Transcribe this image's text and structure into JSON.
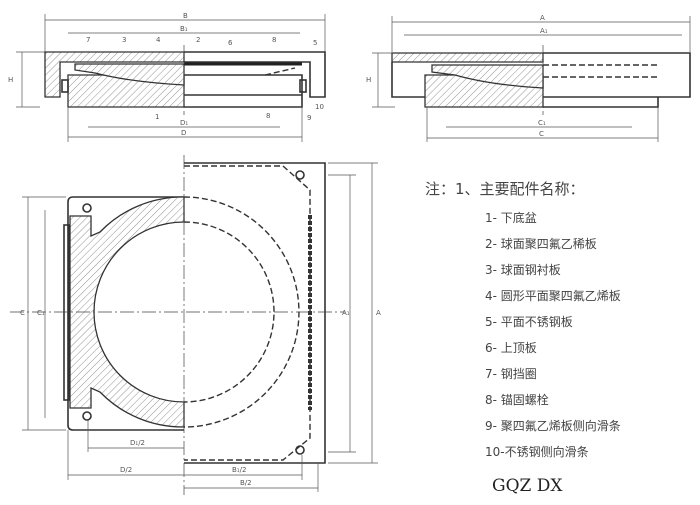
{
  "title": "GQZ DX",
  "notes": {
    "heading": "注：1、主要配件名称：",
    "items": [
      "1- 下底盆",
      "2- 球面聚四氟乙稀板",
      "3- 球面钢衬板",
      "4- 圆形平面聚四氟乙烯板",
      "5- 平面不锈钢板",
      "6- 上顶板",
      "7- 钢挡圈",
      "8- 锚固螺栓",
      "9- 聚四氟乙烯板侧向滑条",
      "10-不锈钢侧向滑条"
    ]
  },
  "dimensions": {
    "B": "B",
    "B1": "B₁",
    "D": "D",
    "D1": "D₁",
    "H": "H",
    "A": "A",
    "A1": "A₁",
    "C": "C",
    "C1": "C₁",
    "D1_half": "D₁/2",
    "D_half": "D/2",
    "B1_half": "B₁/2",
    "B_half": "B/2"
  },
  "callouts": [
    "7",
    "3",
    "4",
    "2",
    "6",
    "8",
    "5",
    "1",
    "8",
    "10",
    "9"
  ]
}
